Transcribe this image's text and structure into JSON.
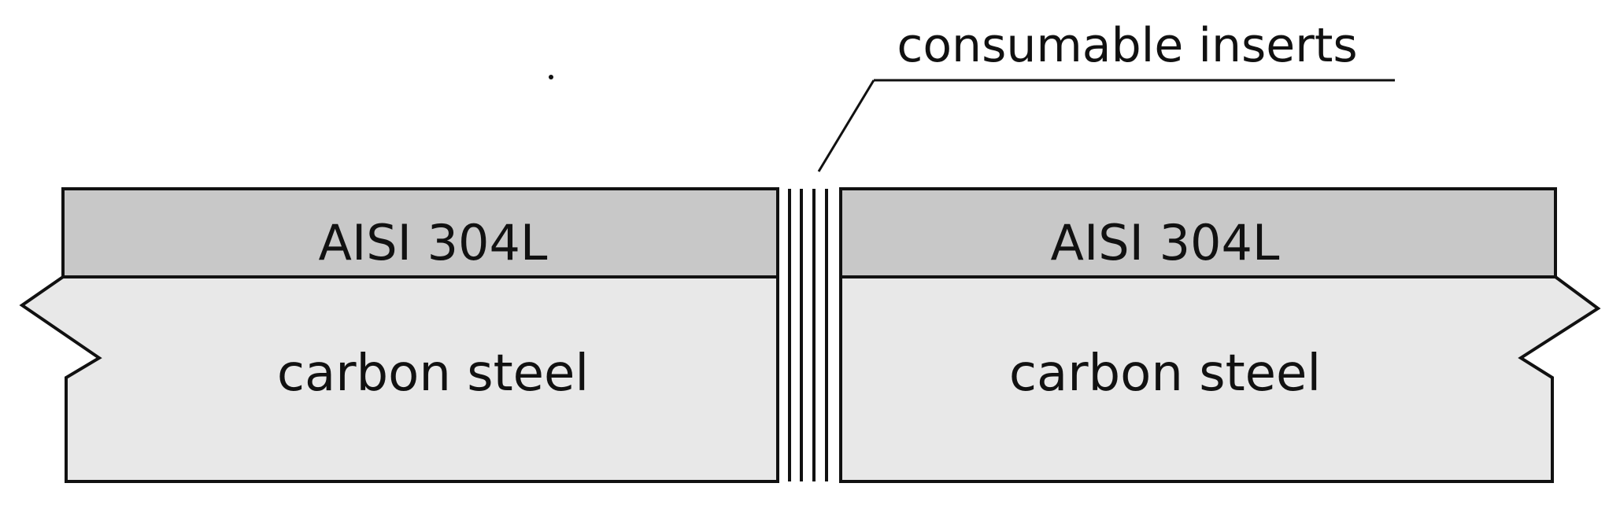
{
  "labels": {
    "callout": "consumable inserts",
    "left_clad": "AISI 304L",
    "right_clad": "AISI 304L",
    "left_base": "carbon steel",
    "right_base": "carbon steel"
  },
  "colors": {
    "clad_fill": "#c8c8c8",
    "base_fill": "#e8e8e8",
    "insert_fill": "#ffffff",
    "stroke": "#111111"
  }
}
